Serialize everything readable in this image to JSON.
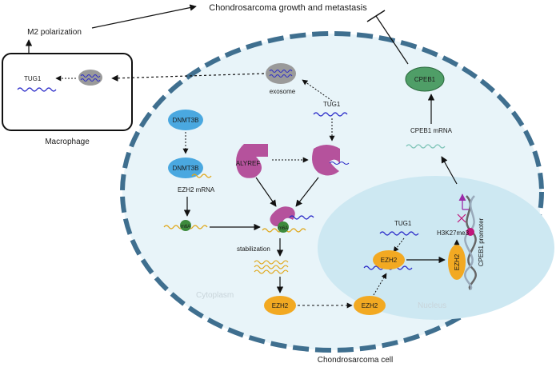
{
  "labels": {
    "top_title": "Chondrosarcoma growth and metastasis",
    "m2": "M2 polarization",
    "tug1_macrophage": "TUG1",
    "macrophage": "Macrophage",
    "exosome": "exosome",
    "tug1_cyto": "TUG1",
    "dnmt3b_top": "DNMT3B",
    "dnmt3b_bottom": "DNMT3B",
    "ezh2_mrna": "EZH2 mRNA",
    "m6a_1": "m6A",
    "m6a_2": "m6A",
    "alyref": "ALYREF",
    "stabilization": "stabilization",
    "ezh2_a": "EZH2",
    "ezh2_b": "EZH2",
    "ezh2_c": "EZH2",
    "ezh2_d": "EZH2",
    "cytoplasm": "Cytoplasm",
    "nucleus": "Nucleus",
    "tug1_nucleus": "TUG1",
    "h3k27me3": "H3K27me3",
    "cpeb1_promoter": "CPEB1 promoter",
    "cpeb1_mrna": "CPEB1 mRNA",
    "cpeb1": "CPEB1",
    "cell": "Chondrosarcoma cell"
  },
  "colors": {
    "membrane": "#3f6f8f",
    "cytoplasm": "#e8f4f9",
    "nucleus": "#cde8f2",
    "rna_blue": "#2a2ac8",
    "mrna_yellow": "#e0a81c",
    "cpeb1_mrna": "#7ec4b8",
    "dnmt3b": "#4aa8e0",
    "alyref": "#b5529c",
    "ezh2": "#f2a922",
    "cpeb1": "#4f9e67",
    "m6a": "#3d8a3d",
    "exosome": "#9a9a9a",
    "h3k27_dot": "#c0147a",
    "arrow_tip": "#9b2aa8"
  }
}
